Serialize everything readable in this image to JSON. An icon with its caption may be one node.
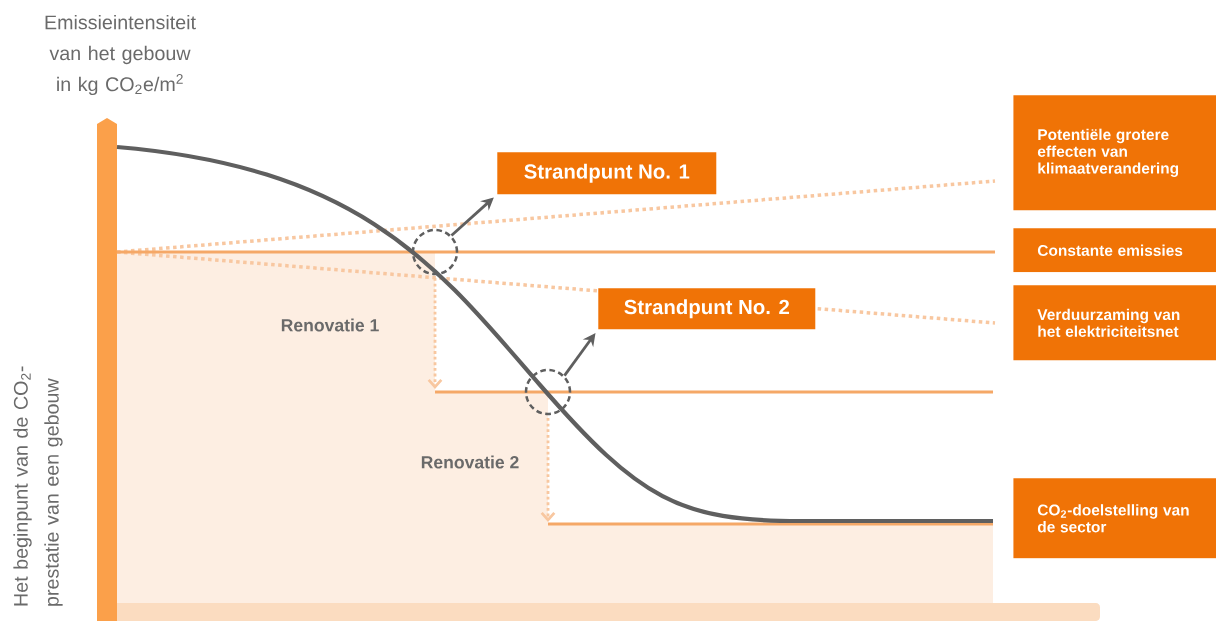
{
  "diagram": {
    "nodes": [
      {
        "text": [
          "Strandpunt No. 1"
        ]
      },
      {
        "text": [
          "Strandpunt No. 2"
        ]
      },
      {
        "text": [
          "Potentiële grotere effecten van klimaatverandering"
        ]
      },
      {
        "text": [
          "Constante emissies"
        ]
      },
      {
        "text": [
          "Verduurzaming van het elektriciteitsnet"
        ]
      },
      {
        "text": [
          "CO$_{2}$-doelstelling van de sector"
        ]
      },
      {
        "text": [],
        "shape": "circle"
      },
      {
        "text": [],
        "shape": "circle"
      }
    ],
    "edges": [
      {
        "from": 6,
        "to": 0,
        "arrow": "to"
      },
      {
        "from": 7,
        "to": 1,
        "arrow": "to"
      }
    ],
    "labels": [
      "Emissieintensiteit van het gebouw in kg CO$_{2}$e/m$^{2}$",
      "Het beginpunt van de CO$_{2}$-prestatie van een gebouw",
      "Renovatie 1",
      "Renovatie 2"
    ]
  }
}
